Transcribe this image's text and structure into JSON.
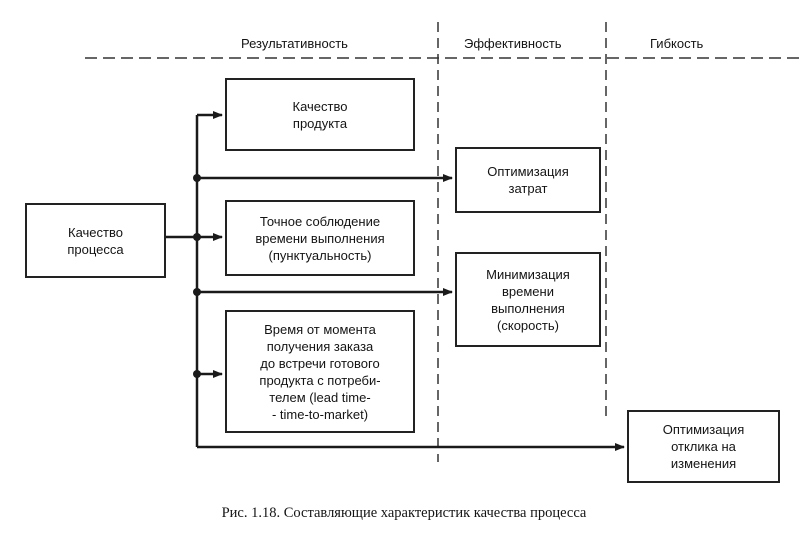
{
  "columns": {
    "results": "Результативность",
    "efficiency": "Эффективность",
    "flexibility": "Гибкость"
  },
  "boxes": {
    "process_quality": "Качество\nпроцесса",
    "product_quality": "Качество\nпродукта",
    "punctuality": "Точное соблюдение\nвремени выполнения\n(пунктуальность)",
    "lead_time": "Время от момента\nполучения заказа\nдо встречи готового\nпродукта с потреби-\nтелем (lead time-\n- time-to-market)",
    "cost_optimization": "Оптимизация\nзатрат",
    "time_minimization": "Минимизация\nвремени\nвыполнения\n(скорость)",
    "response_optimization": "Оптимизация\nотклика на\nизменения"
  },
  "caption": "Рис. 1.18. Составляющие характеристик качества процесса"
}
